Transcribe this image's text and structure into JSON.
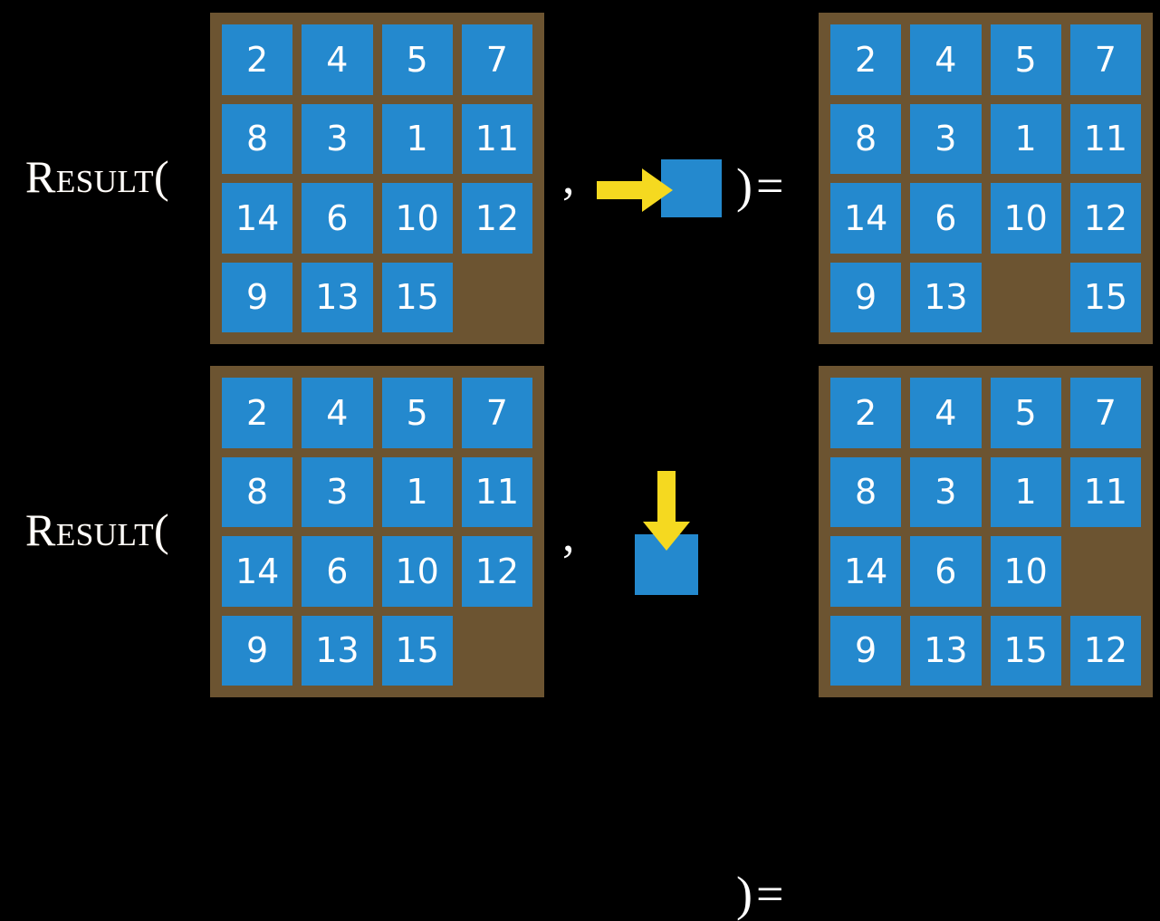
{
  "slide": {
    "background_color": "#000000",
    "tile_color": "#2489ce",
    "board_color": "#6c5431",
    "empty_cell_color": "#625435",
    "arrow_color": "#f5d920",
    "text_color": "#ffffff"
  },
  "equations": [
    {
      "label": "Result(",
      "comma": ",",
      "close_paren": ")",
      "equals": "=",
      "action": {
        "name": "move-right-action",
        "direction": "right",
        "arrow_icon": "arrow-right-icon",
        "blank_tile_label": ""
      },
      "input_board": {
        "name": "input-board",
        "rows": 4,
        "cols": 4,
        "cells": [
          [
            "2",
            "4",
            "5",
            "7"
          ],
          [
            "8",
            "3",
            "1",
            "11"
          ],
          [
            "14",
            "6",
            "10",
            "12"
          ],
          [
            "9",
            "13",
            "15",
            ""
          ]
        ]
      },
      "output_board": {
        "name": "output-board",
        "rows": 4,
        "cols": 4,
        "cells": [
          [
            "2",
            "4",
            "5",
            "7"
          ],
          [
            "8",
            "3",
            "1",
            "11"
          ],
          [
            "14",
            "6",
            "10",
            "12"
          ],
          [
            "9",
            "13",
            "",
            "15"
          ]
        ]
      }
    },
    {
      "label": "Result(",
      "comma": ",",
      "close_paren": ")",
      "equals": "=",
      "action": {
        "name": "move-down-action",
        "direction": "down",
        "arrow_icon": "arrow-down-icon",
        "blank_tile_label": ""
      },
      "input_board": {
        "name": "input-board",
        "rows": 4,
        "cols": 4,
        "cells": [
          [
            "2",
            "4",
            "5",
            "7"
          ],
          [
            "8",
            "3",
            "1",
            "11"
          ],
          [
            "14",
            "6",
            "10",
            "12"
          ],
          [
            "9",
            "13",
            "15",
            ""
          ]
        ]
      },
      "output_board": {
        "name": "output-board",
        "rows": 4,
        "cols": 4,
        "cells": [
          [
            "2",
            "4",
            "5",
            "7"
          ],
          [
            "8",
            "3",
            "1",
            "11"
          ],
          [
            "14",
            "6",
            "10",
            ""
          ],
          [
            "9",
            "13",
            "15",
            "12"
          ]
        ]
      }
    }
  ]
}
